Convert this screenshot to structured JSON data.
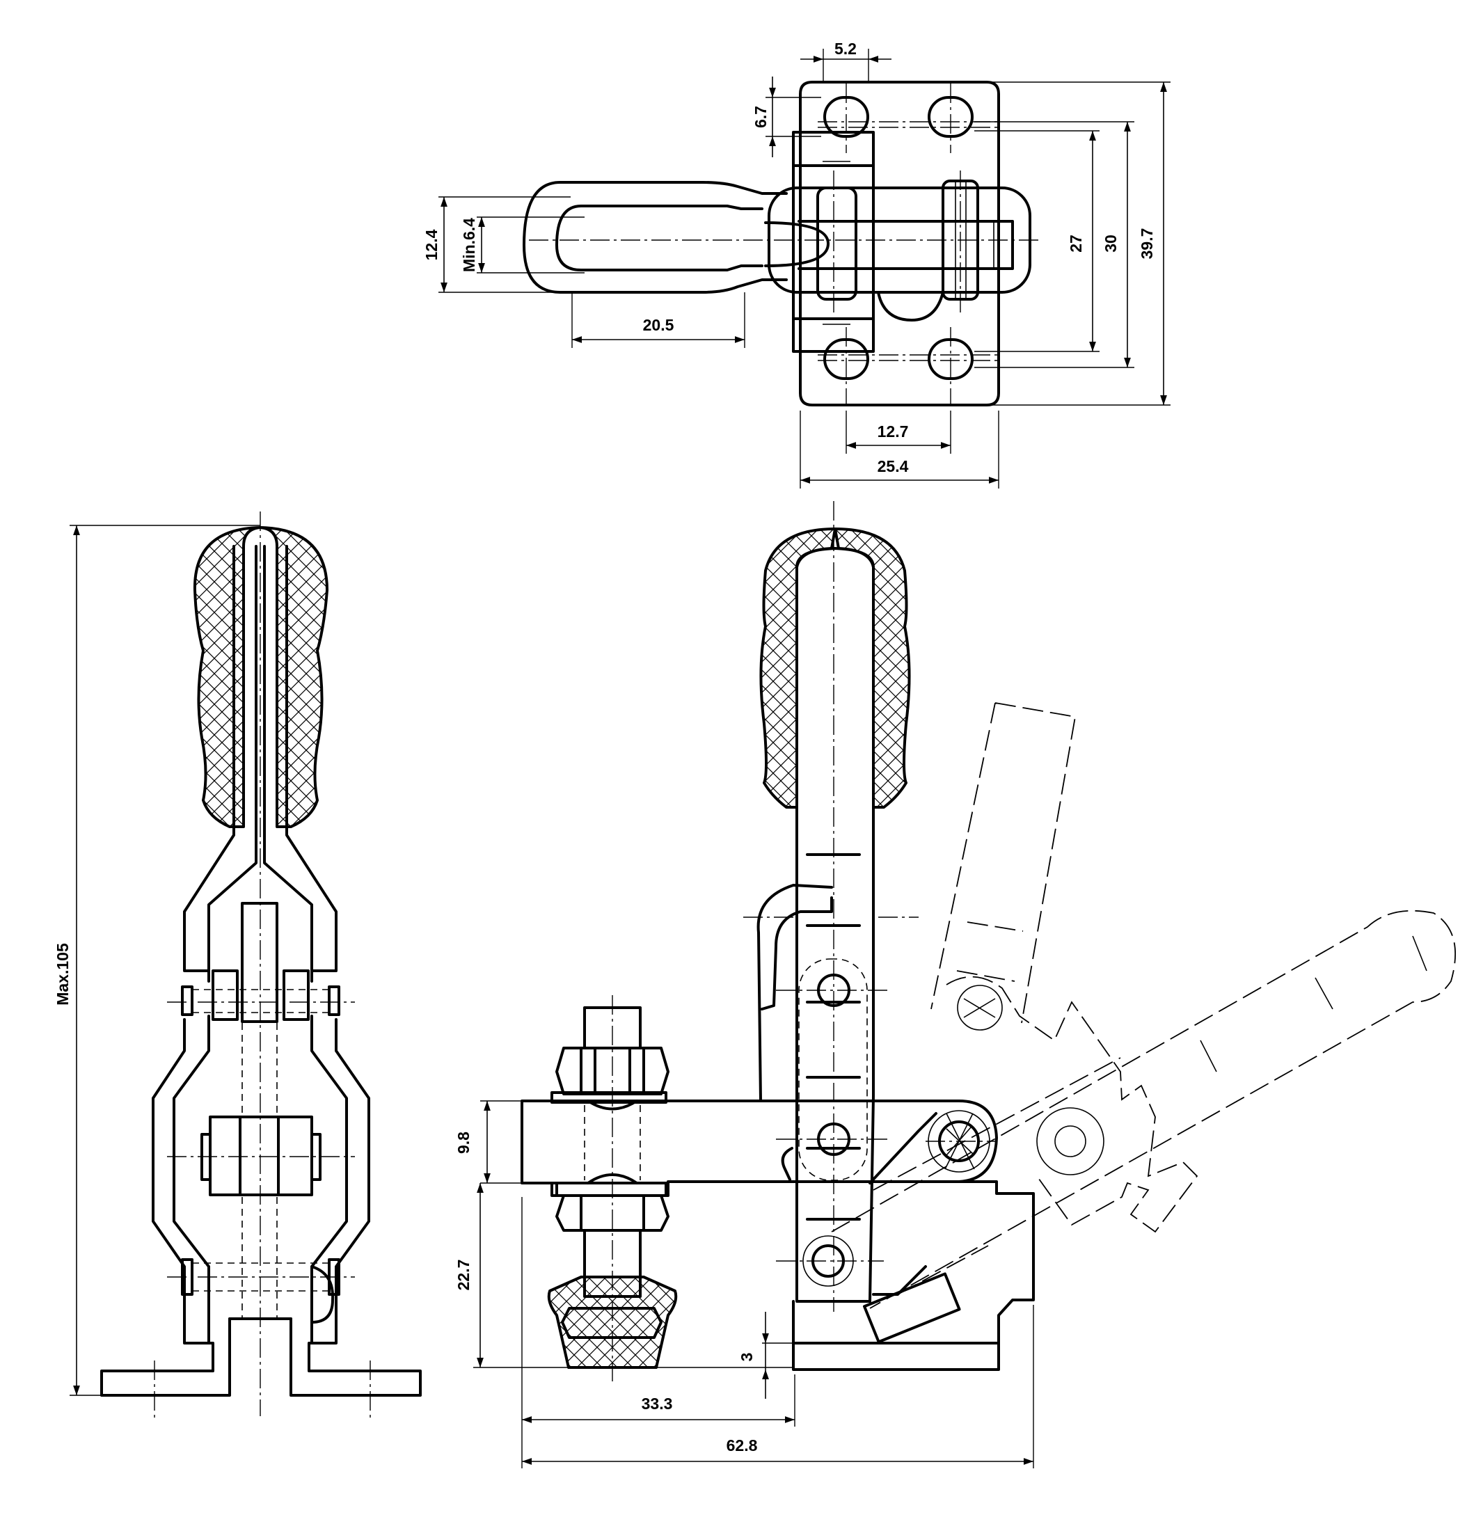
{
  "dimensions": {
    "d_5_2": "5.2",
    "d_6_7": "6.7",
    "d_12_4": "12.4",
    "d_min_6_4": "Min.6.4",
    "d_20_5": "20.5",
    "d_27": "27",
    "d_30": "30",
    "d_39_7": "39.7",
    "d_12_7": "12.7",
    "d_25_4": "25.4",
    "d_max_105": "Max.105",
    "d_9_8": "9.8",
    "d_22_7": "22.7",
    "d_3": "3",
    "d_33_3": "33.3",
    "d_62_8": "62.8"
  }
}
